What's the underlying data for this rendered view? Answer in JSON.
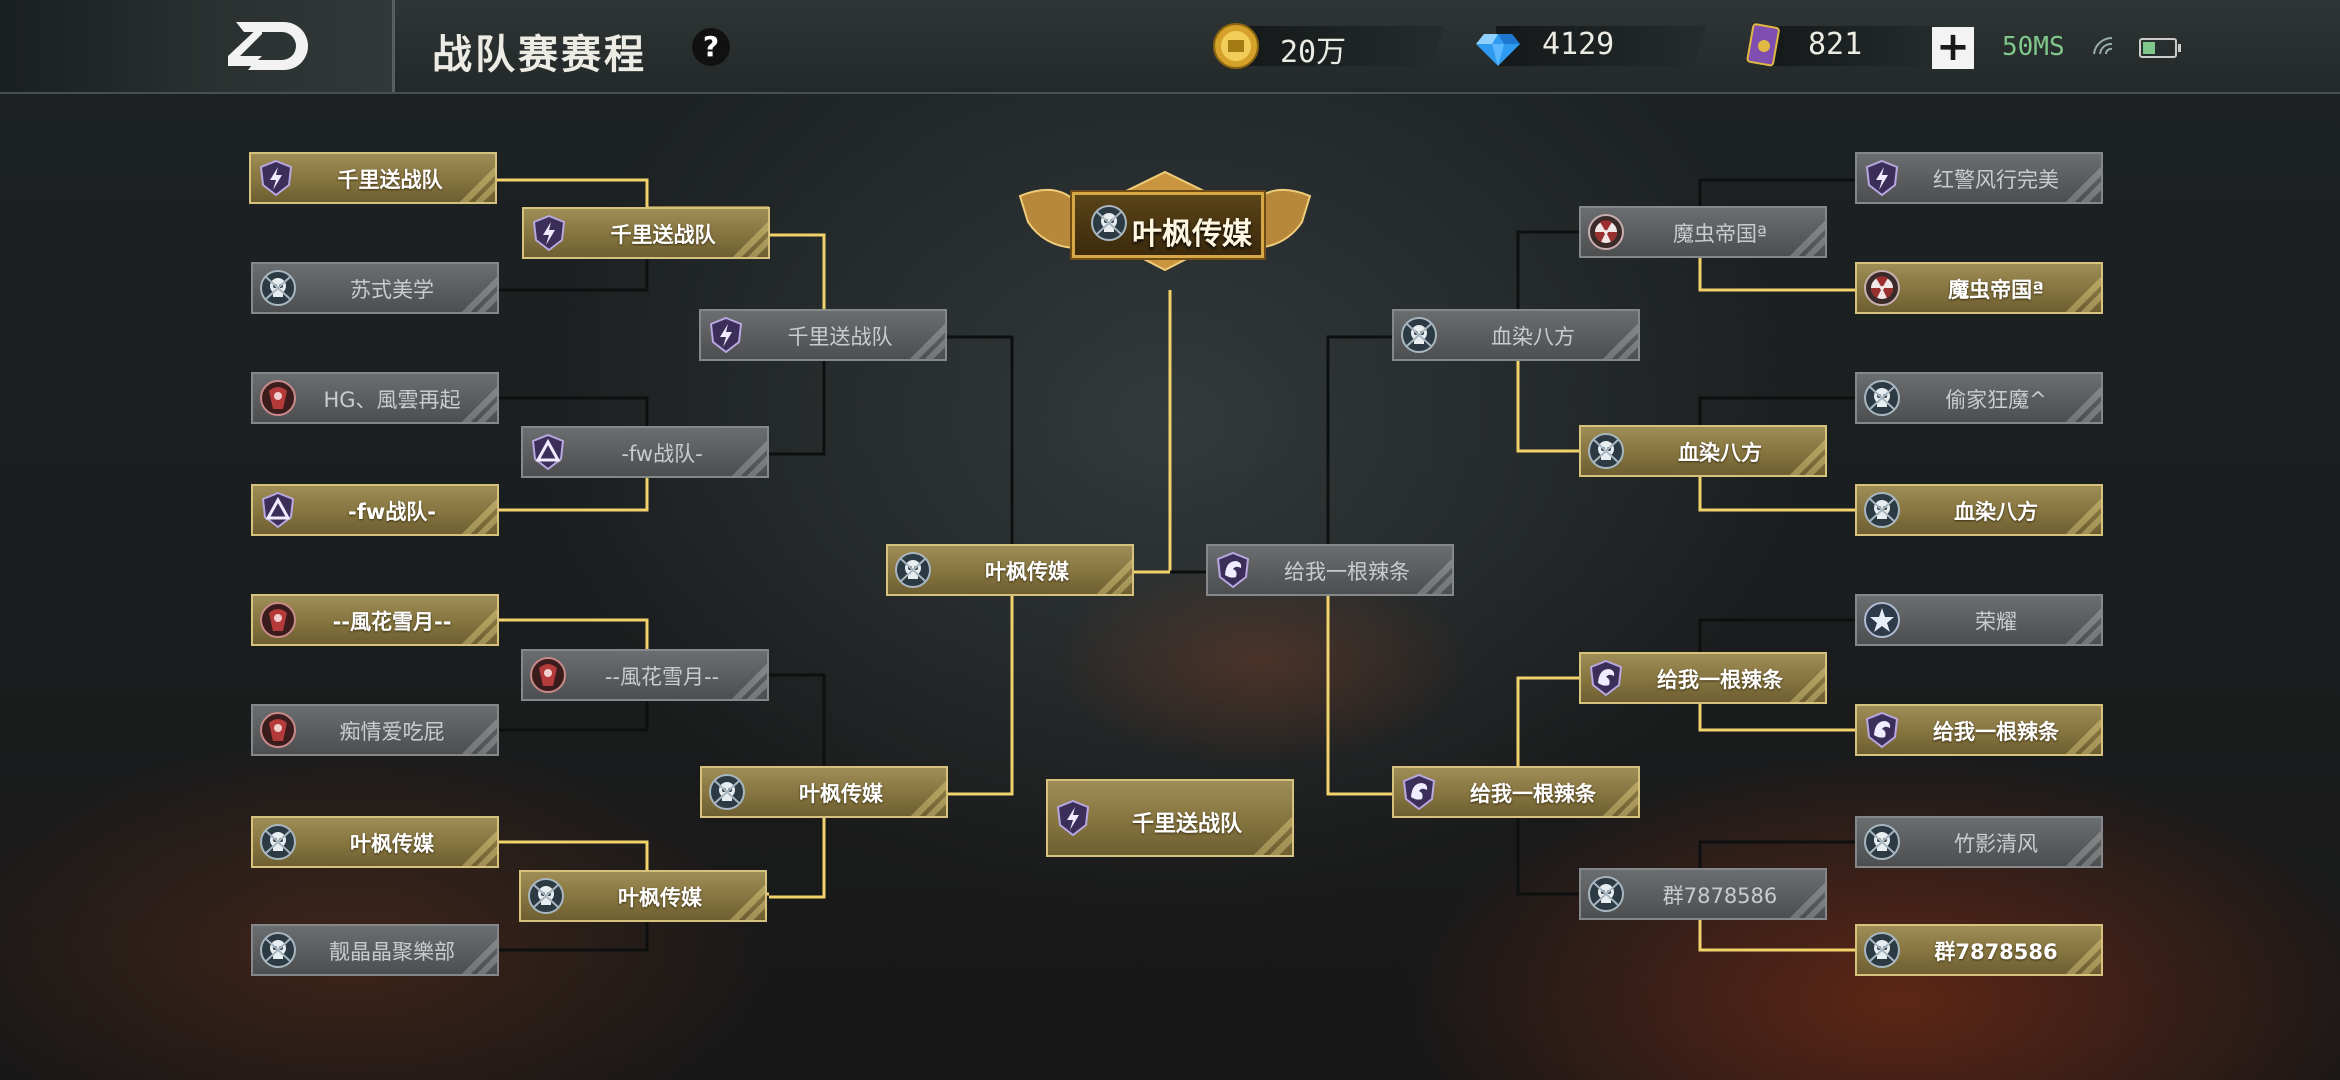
{
  "header": {
    "title": "战队赛赛程",
    "help_label": "?",
    "gold": "20万",
    "diamonds": "4129",
    "cards": "821",
    "plus_label": "+",
    "ping": "50MS"
  },
  "colors": {
    "winner_plate": "#9e8d56",
    "loser_plate": "#5a5c5e",
    "winner_line": "#f2d36b",
    "loser_line": "#0e1010"
  },
  "champion": {
    "name": "叶枫传媒",
    "icon": "skull-crossbones-badge"
  },
  "third_place": {
    "name": "千里送战队",
    "icon": "lightning-shield-badge"
  },
  "left": {
    "round1": [
      {
        "name": "千里送战队",
        "icon": "lightning-shield-badge",
        "winner": true
      },
      {
        "name": "苏式美学",
        "icon": "skull-crossbones-badge",
        "winner": false
      },
      {
        "name": "HG、風雲再起",
        "icon": "red-emblem-badge",
        "winner": false
      },
      {
        "name": "-fw战队-",
        "icon": "triangle-badge",
        "winner": true
      },
      {
        "name": "--風花雪月--",
        "icon": "red-emblem-badge",
        "winner": true
      },
      {
        "name": "痴情爱吃屁",
        "icon": "red-emblem-badge",
        "winner": false
      },
      {
        "name": "叶枫传媒",
        "icon": "skull-crossbones-badge",
        "winner": true
      },
      {
        "name": "靓晶晶聚樂部",
        "icon": "skull-crossbones-badge",
        "winner": false
      }
    ],
    "round2": [
      {
        "name": "千里送战队",
        "icon": "lightning-shield-badge",
        "winner": true
      },
      {
        "name": "-fw战队-",
        "icon": "triangle-badge",
        "winner": false
      },
      {
        "name": "--風花雪月--",
        "icon": "red-emblem-badge",
        "winner": false
      },
      {
        "name": "叶枫传媒",
        "icon": "skull-crossbones-badge",
        "winner": true
      }
    ],
    "semi": [
      {
        "name": "千里送战队",
        "icon": "lightning-shield-badge",
        "winner": false
      },
      {
        "name": "叶枫传媒",
        "icon": "skull-crossbones-badge",
        "winner": true
      }
    ],
    "final": {
      "name": "叶枫传媒",
      "icon": "skull-crossbones-badge",
      "winner": true
    }
  },
  "right": {
    "round1": [
      {
        "name": "红警风行完美",
        "icon": "lightning-shield-badge",
        "winner": false
      },
      {
        "name": "魔虫帝国ª",
        "icon": "radiation-badge",
        "winner": true
      },
      {
        "name": "偷家狂魔^",
        "icon": "skull-crossbones-badge",
        "winner": false
      },
      {
        "name": "血染八方",
        "icon": "skull-crossbones-badge",
        "winner": true
      },
      {
        "name": "荣耀",
        "icon": "star-badge",
        "winner": false
      },
      {
        "name": "给我一根辣条",
        "icon": "dragon-badge",
        "winner": true
      },
      {
        "name": "竹影清风",
        "icon": "skull-crossbones-badge",
        "winner": false
      },
      {
        "name": "群7878586",
        "icon": "skull-crossbones-badge",
        "winner": true
      }
    ],
    "round2": [
      {
        "name": "魔虫帝国ª",
        "icon": "radiation-badge",
        "winner": false
      },
      {
        "name": "血染八方",
        "icon": "skull-crossbones-badge",
        "winner": true
      },
      {
        "name": "给我一根辣条",
        "icon": "dragon-badge",
        "winner": true
      },
      {
        "name": "群7878586",
        "icon": "skull-crossbones-badge",
        "winner": false
      }
    ],
    "semi": [
      {
        "name": "血染八方",
        "icon": "skull-crossbones-badge",
        "winner": false
      },
      {
        "name": "给我一根辣条",
        "icon": "dragon-badge",
        "winner": true
      }
    ],
    "final": {
      "name": "给我一根辣条",
      "icon": "dragon-badge",
      "winner": false
    }
  }
}
